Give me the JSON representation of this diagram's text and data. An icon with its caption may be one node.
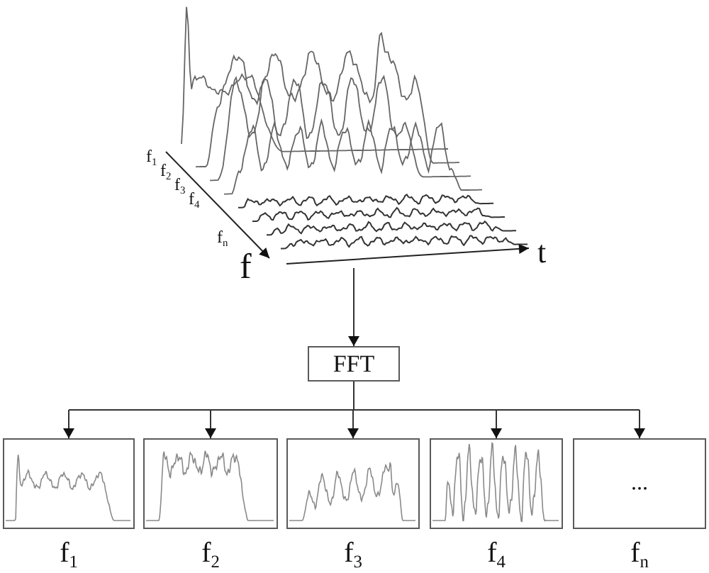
{
  "diagram": {
    "nodes": [
      {
        "text": [],
        "shape": "picture"
      },
      {
        "text": [
          "FFT"
        ]
      },
      {
        "text": [],
        "shape": "picture",
        "beside": [
          "f$_{1}$"
        ]
      },
      {
        "text": [],
        "shape": "picture",
        "beside": [
          "f$_{2}$"
        ]
      },
      {
        "text": [],
        "shape": "picture",
        "beside": [
          "f$_{3}$"
        ]
      },
      {
        "text": [],
        "shape": "picture",
        "beside": [
          "f$_{4}$"
        ]
      },
      {
        "text": [
          "..."
        ],
        "beside": [
          "f$_{n}$"
        ]
      }
    ],
    "edges": [
      {
        "from": 0,
        "to": 1,
        "arrow": "to"
      },
      {
        "from": 1,
        "to": 2,
        "arrow": "to"
      },
      {
        "from": 1,
        "to": 3,
        "arrow": "to"
      },
      {
        "from": 1,
        "to": 4,
        "arrow": "to"
      },
      {
        "from": 1,
        "to": 5,
        "arrow": "to"
      },
      {
        "from": 1,
        "to": 6,
        "arrow": "to"
      }
    ],
    "labels": [
      "f$_{1}$",
      "f$_{2}$",
      "f$_{3}$",
      "f$_{4}$",
      "f$_{n}$",
      "f",
      "t"
    ]
  }
}
